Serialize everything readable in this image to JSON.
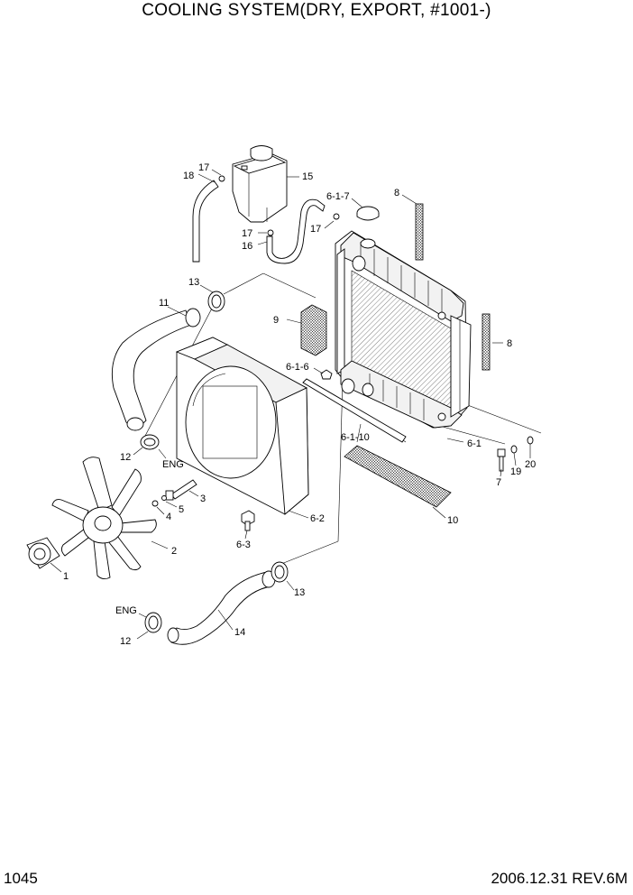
{
  "title": "COOLING SYSTEM(DRY, EXPORT, #1001-)",
  "page_number": "1045",
  "revision": "2006.12.31 REV.6M",
  "callouts": {
    "p1": "1",
    "p2": "2",
    "p3": "3",
    "p4": "4",
    "p5": "5",
    "p6_1": "6-1",
    "p6_1_6": "6-1-6",
    "p6_1_7": "6-1-7",
    "p6_1_10": "6-1-10",
    "p6_2": "6-2",
    "p6_3": "6-3",
    "p7": "7",
    "p8a": "8",
    "p8b": "8",
    "p9": "9",
    "p10": "10",
    "p11": "11",
    "p12a": "12",
    "p12b": "12",
    "p13a": "13",
    "p13b": "13",
    "p14": "14",
    "p15": "15",
    "p16": "16",
    "p17a": "17",
    "p17b": "17",
    "p17c": "17",
    "p18": "18",
    "p19": "19",
    "p20": "20",
    "eng_a": "ENG",
    "eng_b": "ENG"
  }
}
